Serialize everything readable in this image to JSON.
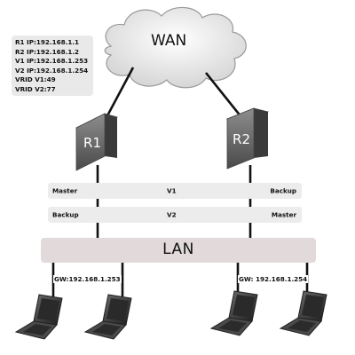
{
  "info": {
    "r1_ip": "R1 IP:192.168.1.1",
    "r2_ip": "R2 IP:192.168.1.2",
    "v1_ip": "V1 IP:192.168.1.253",
    "v2_ip": "V2 IP:192.168.1.254",
    "vrid_v1": "VRID V1:49",
    "vrid_v2": "VRID V2:77"
  },
  "wan": {
    "label": "WAN",
    "icon": "cloud-icon"
  },
  "routers": [
    {
      "label": "R1",
      "icon": "router-icon"
    },
    {
      "label": "R2",
      "icon": "router-icon"
    }
  ],
  "vrrp": {
    "v1": {
      "left": "Master",
      "name": "V1",
      "right": "Backup"
    },
    "v2": {
      "left": "Backup",
      "name": "V2",
      "right": "Master"
    }
  },
  "lan": {
    "label": "LAN"
  },
  "gateways": {
    "left": "GW:192.168.1.253",
    "right": "GW: 192.168.1.254"
  },
  "hosts": {
    "count": 4,
    "icon": "laptop-icon"
  }
}
